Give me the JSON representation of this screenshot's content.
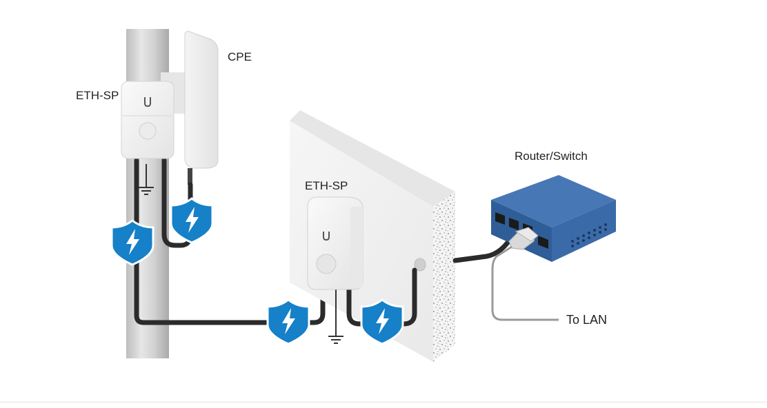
{
  "labels": {
    "cpe": "CPE",
    "eth_sp_pole": "ETH-SP",
    "eth_sp_wall": "ETH-SP",
    "router_switch": "Router/Switch",
    "to_lan": "To LAN"
  },
  "logo_mark": "U",
  "colors": {
    "shield": "#1680c8",
    "shield_border": "#ffffff",
    "cable": "#2b2b2b",
    "lan_cable": "#9a9a9a",
    "router": "#3b6aa8",
    "router_top": "#4877b6",
    "pole": "#d6d6d6",
    "wall": "#f2f2f2"
  },
  "icons": [
    "lightning-shield-icon",
    "ground-symbol-icon",
    "ubiquiti-logo-icon",
    "ethernet-port-icon"
  ]
}
